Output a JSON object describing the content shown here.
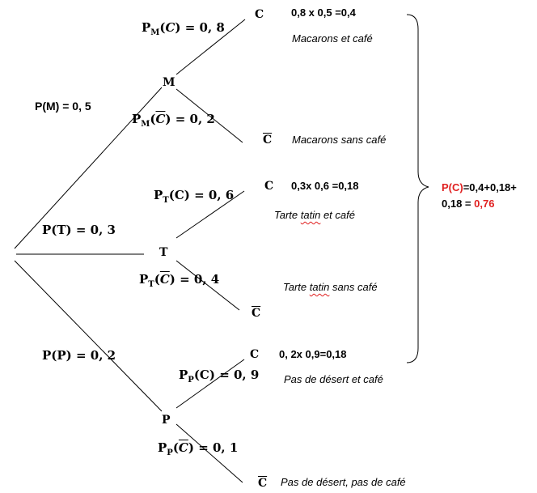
{
  "nodes": {
    "M": "M",
    "T": "T",
    "P": "P"
  },
  "branches": {
    "PM": "P(M) = 0, 5",
    "PT": "P(T) = 0, 3",
    "PP": "P(P) = 0, 2"
  },
  "conditionals": {
    "M_C": {
      "p": "P",
      "sub": "M",
      "arg": "C",
      "value": " = 0, 8"
    },
    "M_notC": {
      "p": "P",
      "sub": "M",
      "arg": "C",
      "value": " = 0, 2"
    },
    "T_C": {
      "p": "P",
      "sub": "T",
      "arg": "C",
      "value": " = 0, 6"
    },
    "T_notC": {
      "p": "P",
      "sub": "T",
      "arg": "C",
      "value": " = 0, 4"
    },
    "P_C": {
      "p": "P",
      "sub": "P",
      "arg": "C",
      "value": " = 0, 9"
    },
    "P_notC": {
      "p": "P",
      "sub": "P",
      "arg": "C",
      "value": " = 0, 1"
    }
  },
  "leaves": {
    "M_C": {
      "node": "C",
      "calc": "0,8 x 0,5 =0,4",
      "desc": "Macarons et café"
    },
    "M_notC": {
      "node": "C",
      "desc": "Macarons sans café"
    },
    "T_C": {
      "node": "C",
      "calc": "0,3x 0,6 =0,18",
      "desc_a": "Tarte ",
      "desc_b": "tatin",
      "desc_c": " et café"
    },
    "T_notC": {
      "node": "C",
      "desc_a": "Tarte ",
      "desc_b": "tatin",
      "desc_c": " sans café"
    },
    "P_C": {
      "node": "C",
      "calc": "0, 2x 0,9=0,18",
      "desc": "Pas de désert et café"
    },
    "P_notC": {
      "node": "C",
      "desc": "Pas de désert, pas de café"
    }
  },
  "result": {
    "line1_red": "P(C)",
    "line1_rest": "=0,4+0,18+",
    "line2_prefix": "0,18 = ",
    "line2_red": "0,76"
  }
}
